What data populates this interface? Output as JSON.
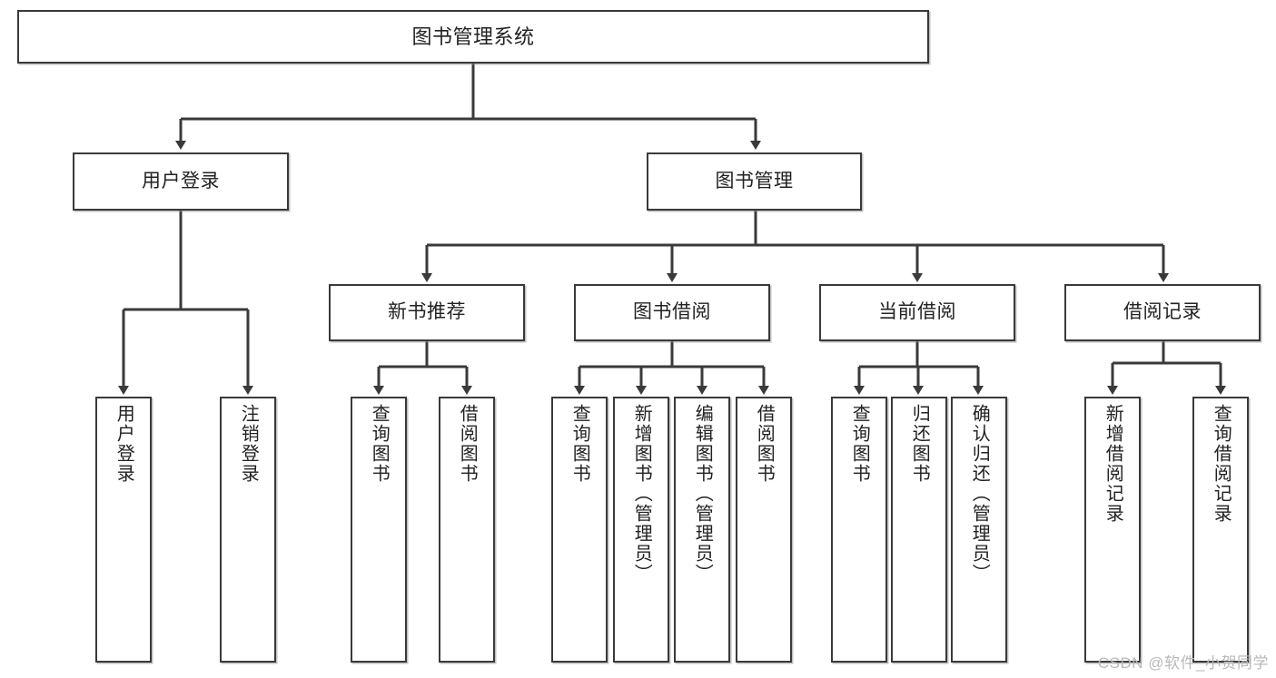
{
  "diagram": {
    "title": "图书管理系统",
    "type": "tree-hierarchy",
    "watermark": "CSDN @软件_小贺同学",
    "colors": {
      "box_border": "#3a3a3a",
      "box_fill": "#ffffff",
      "edge": "#3a3a3a",
      "text": "#222222",
      "watermark": "#b9b9b9"
    },
    "root": {
      "label": "图书管理系统"
    },
    "level2": [
      {
        "id": "user-login",
        "label": "用户登录"
      },
      {
        "id": "book-management",
        "label": "图书管理"
      }
    ],
    "level3": [
      {
        "id": "new-book-recommend",
        "label": "新书推荐",
        "parent": "book-management"
      },
      {
        "id": "book-borrow",
        "label": "图书借阅",
        "parent": "book-management"
      },
      {
        "id": "current-borrow",
        "label": "当前借阅",
        "parent": "book-management"
      },
      {
        "id": "borrow-record",
        "label": "借阅记录",
        "parent": "book-management"
      }
    ],
    "leaves": {
      "user-login": [
        {
          "id": "leaf-user-login",
          "label": "用户登录"
        },
        {
          "id": "leaf-logout-login",
          "label": "注销登录"
        }
      ],
      "new-book-recommend": [
        {
          "id": "leaf-query-book-1",
          "label": "查询图书"
        },
        {
          "id": "leaf-borrow-book-1",
          "label": "借阅图书"
        }
      ],
      "book-borrow": [
        {
          "id": "leaf-query-book-2",
          "label": "查询图书"
        },
        {
          "id": "leaf-add-book",
          "label": "新增图书（管理员）"
        },
        {
          "id": "leaf-edit-book",
          "label": "编辑图书（管理员）"
        },
        {
          "id": "leaf-borrow-book-2",
          "label": "借阅图书"
        }
      ],
      "current-borrow": [
        {
          "id": "leaf-query-book-3",
          "label": "查询图书"
        },
        {
          "id": "leaf-return-book",
          "label": "归还图书"
        },
        {
          "id": "leaf-confirm-return",
          "label": "确认归还（管理员）"
        }
      ],
      "borrow-record": [
        {
          "id": "leaf-add-record",
          "label": "新增借阅记录"
        },
        {
          "id": "leaf-query-record",
          "label": "查询借阅记录"
        }
      ]
    }
  }
}
